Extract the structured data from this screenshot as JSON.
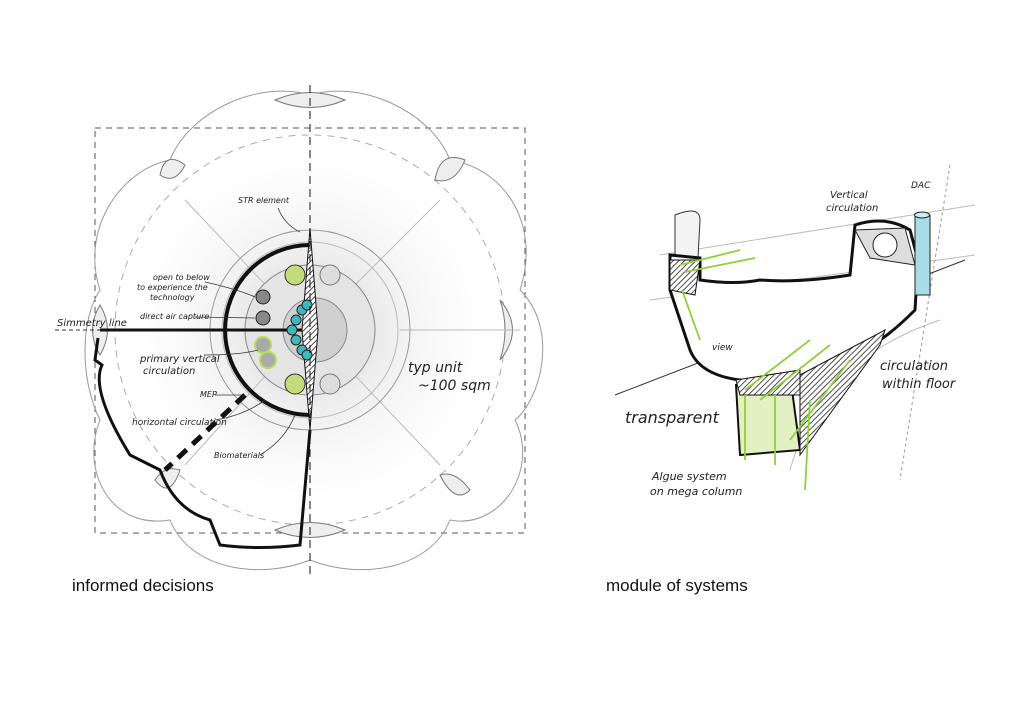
{
  "captions": {
    "left": "informed decisions",
    "right": "module of systems"
  },
  "plan_labels": {
    "str": "STR element",
    "open1": "open to below",
    "open2": "to experience the",
    "open3": "technology",
    "dac": "direct air capture",
    "sym": "Simmetry line",
    "pvc1": "primary vertical",
    "pvc2": "circulation",
    "mep": "MEP",
    "hc": "horizontal circulation",
    "bio": "Biomaterials",
    "unit1": "typ unit",
    "unit2": "~100 sqm"
  },
  "module_labels": {
    "vc1": "Vertical",
    "vc2": "circulation",
    "dac": "DAC",
    "view": "view",
    "transparent": "transparent",
    "cwf1": "circulation",
    "cwf2": "within floor",
    "alg1": "Algue system",
    "alg2": "on mega column"
  },
  "colors": {
    "green": "#b5dc5a",
    "teal": "#3fb8bd",
    "lightgreen": "#c3dc7a",
    "cyan": "#a9dde6"
  }
}
